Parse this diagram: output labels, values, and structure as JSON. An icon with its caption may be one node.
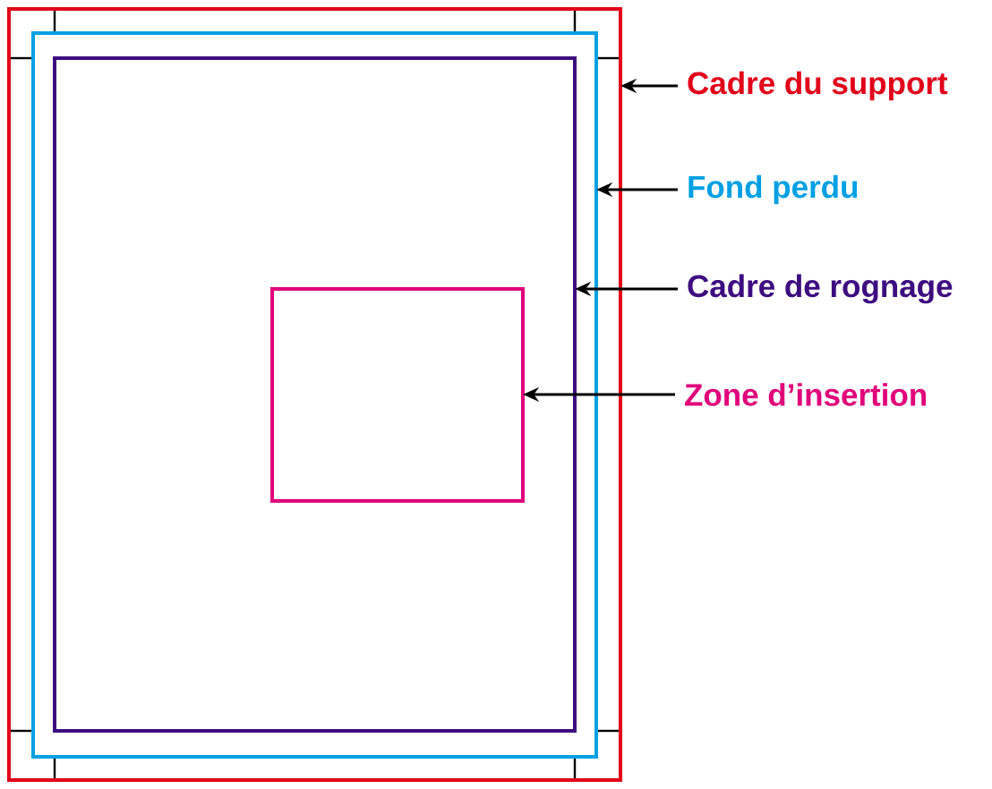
{
  "diagram": {
    "nodes": [
      {
        "text": [],
        "shape": "box"
      },
      {
        "text": [],
        "shape": "box",
        "in": 0
      },
      {
        "text": [],
        "shape": "box",
        "in": 1
      },
      {
        "text": [],
        "shape": "box",
        "in": 2
      },
      {
        "text": [
          "Cadre du support"
        ]
      },
      {
        "text": [
          "Fond perdu"
        ]
      },
      {
        "text": [
          "Cadre de rognage"
        ]
      },
      {
        "text": [
          "Zone d’insertion"
        ]
      }
    ],
    "edges": [
      {
        "from": 4,
        "to": 0,
        "arrow": "to"
      },
      {
        "from": 5,
        "to": 1,
        "arrow": "to"
      },
      {
        "from": 6,
        "to": 2,
        "arrow": "to"
      },
      {
        "from": 7,
        "to": 3,
        "arrow": "to"
      }
    ]
  }
}
